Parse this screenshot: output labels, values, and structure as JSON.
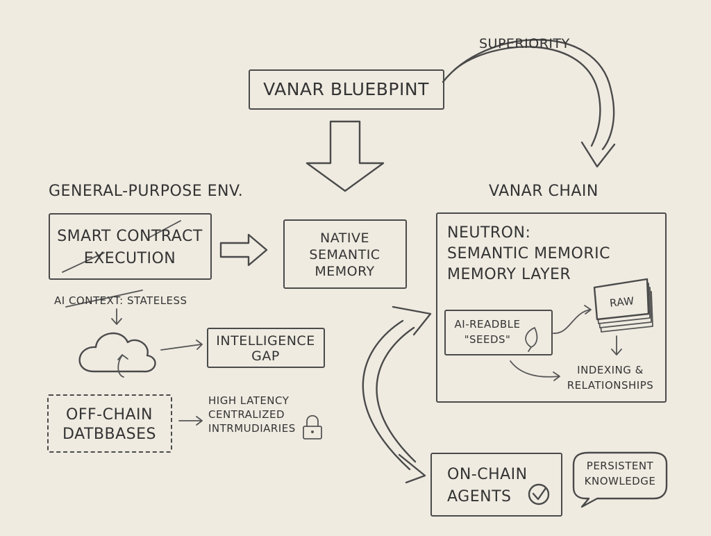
{
  "title": "VANAR BLUEBPINT",
  "superiority": "SUPERIORITY",
  "general_env": {
    "heading": "GENERAL-PURPOSE ENV.",
    "smart_contract": [
      "SMART CONTRACT",
      "EXECUTION"
    ],
    "ai_context": "AI CONTEXT: STATELESS",
    "intelligence_gap": [
      "INTELLIGENCE",
      "GAP"
    ],
    "off_chain": [
      "OFF-CHAIN",
      "DATBBASES"
    ],
    "issues": [
      "HIGH LATENCY",
      "CENTRALIZED",
      "INTRMUDIARIES"
    ]
  },
  "native_memory": [
    "NATIVE",
    "SEMANTIC",
    "MEMORY"
  ],
  "vanar_chain": {
    "heading": "VANAR CHAIN",
    "neutron": [
      "NEUTRON:",
      "SEMANTIC MEMORIC",
      "MEMORY LAYER"
    ],
    "seeds": [
      "AI-READBLE",
      "\"SEEDS\""
    ],
    "raw": "RAW",
    "indexing": [
      "INDEXING &",
      "RELATIONSHIPS"
    ]
  },
  "agents": [
    "ON-CHAIN",
    "AGENTS"
  ],
  "persistent": [
    "PERSISTENT",
    "KNOWLEDGE"
  ],
  "colors": {
    "paper": "#efebe1",
    "ink": "#4a4a4a"
  }
}
